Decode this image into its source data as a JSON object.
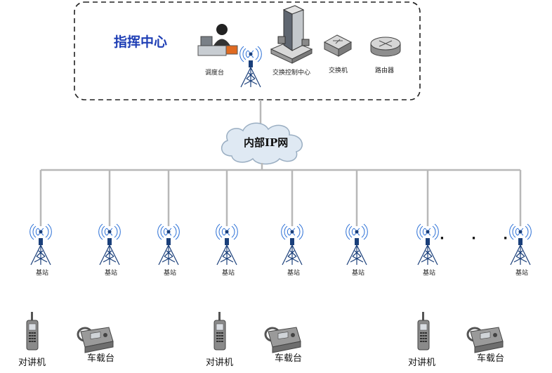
{
  "command_center": {
    "title": "指挥中心",
    "dispatch_label": "调度台",
    "switch_center_label": "交换控制中心",
    "switch_label": "交换机",
    "router_label": "路由器"
  },
  "network": {
    "label": "内部IP网"
  },
  "base_stations": {
    "label": "基站",
    "ellipsis": "· · ·"
  },
  "terminals": {
    "walkie_label": "对讲机",
    "vehicle_label": "车载台"
  },
  "colors": {
    "title": "#1f3fb5",
    "lines": "#b8b8b8",
    "tower": "#1a3f7a",
    "signal": "#2a6fd6"
  }
}
